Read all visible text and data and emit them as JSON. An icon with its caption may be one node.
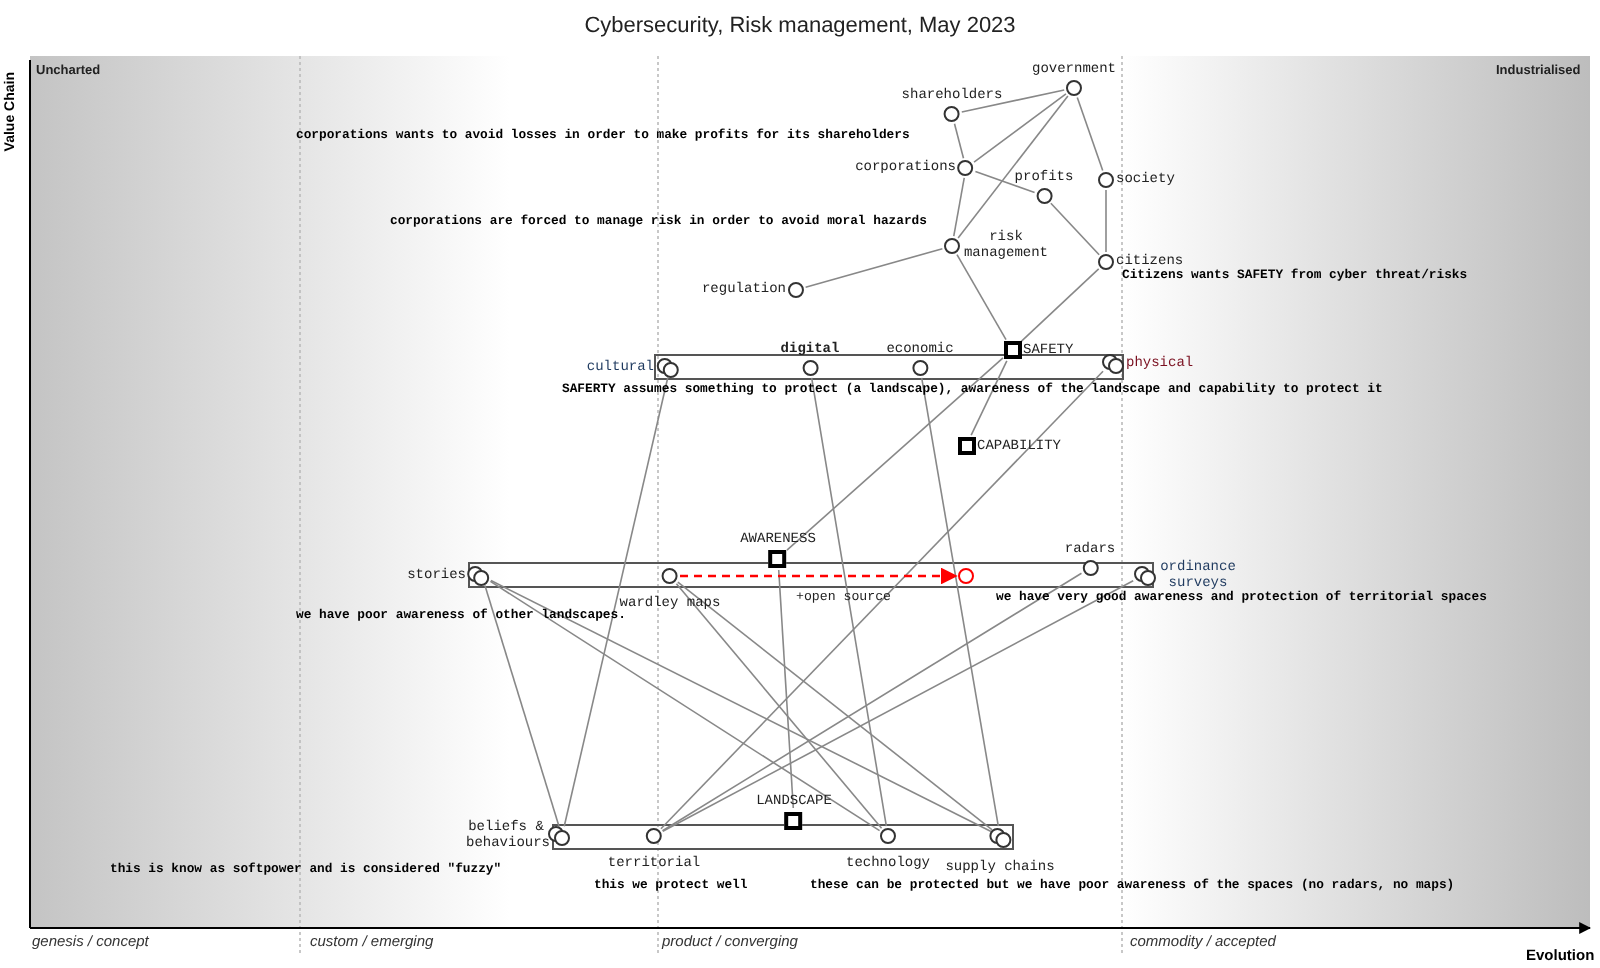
{
  "diagram": {
    "title": "Cybersecurity, Risk management, May 2023",
    "nodes": [
      {
        "text": [
          "government"
        ]
      },
      {
        "text": [
          "shareholders"
        ]
      },
      {
        "text": [
          "corporations"
        ]
      },
      {
        "text": [
          "profits"
        ]
      },
      {
        "text": [
          "society"
        ]
      },
      {
        "text": [
          "risk management"
        ]
      },
      {
        "text": [
          "citizens"
        ]
      },
      {
        "text": [
          "regulation"
        ]
      },
      {
        "text": [
          "SAFETY"
        ]
      },
      {
        "text": [
          "cultural"
        ]
      },
      {
        "text": [
          "digital"
        ]
      },
      {
        "text": [
          "economic"
        ]
      },
      {
        "text": [
          "physical"
        ]
      },
      {
        "text": [
          "CAPABILITY"
        ]
      },
      {
        "text": [
          "AWARENESS"
        ]
      },
      {
        "text": [
          "stories"
        ]
      },
      {
        "text": [
          "wardley maps"
        ]
      },
      {
        "text": [],
        "shape": "circle"
      },
      {
        "text": [
          "radars"
        ]
      },
      {
        "text": [
          "ordinance surveys"
        ]
      },
      {
        "text": [
          "LANDSCAPE"
        ]
      },
      {
        "text": [
          "beliefs & behaviours"
        ]
      },
      {
        "text": [
          "territorial"
        ]
      },
      {
        "text": [
          "technology"
        ]
      },
      {
        "text": [
          "supply chains"
        ]
      }
    ],
    "edges": [
      {
        "from": 1,
        "to": 0,
        "arrow": "none"
      },
      {
        "from": 1,
        "to": 2,
        "arrow": "none"
      },
      {
        "from": 2,
        "to": 0,
        "arrow": "none"
      },
      {
        "from": 2,
        "to": 3,
        "arrow": "none"
      },
      {
        "from": 3,
        "to": 6,
        "arrow": "none"
      },
      {
        "from": 0,
        "to": 4,
        "arrow": "none"
      },
      {
        "from": 4,
        "to": 6,
        "arrow": "none"
      },
      {
        "from": 0,
        "to": 5,
        "arrow": "none"
      },
      {
        "from": 2,
        "to": 5,
        "arrow": "none"
      },
      {
        "from": 7,
        "to": 5,
        "arrow": "none"
      },
      {
        "from": 5,
        "to": 8,
        "arrow": "none"
      },
      {
        "from": 6,
        "to": 8,
        "arrow": "none"
      },
      {
        "from": 8,
        "to": 13,
        "arrow": "none"
      },
      {
        "from": 8,
        "to": 14,
        "arrow": "none"
      },
      {
        "from": 9,
        "to": 21,
        "arrow": "none"
      },
      {
        "from": 10,
        "to": 23,
        "arrow": "none"
      },
      {
        "from": 11,
        "to": 24,
        "arrow": "none"
      },
      {
        "from": 12,
        "to": 22,
        "arrow": "none"
      },
      {
        "from": 14,
        "to": 20,
        "arrow": "none"
      },
      {
        "from": 15,
        "to": 21,
        "arrow": "none"
      },
      {
        "from": 15,
        "to": 23,
        "arrow": "none"
      },
      {
        "from": 15,
        "to": 24,
        "arrow": "none"
      },
      {
        "from": 16,
        "to": 23,
        "arrow": "none"
      },
      {
        "from": 16,
        "to": 24,
        "arrow": "none"
      },
      {
        "from": 18,
        "to": 22,
        "arrow": "none"
      },
      {
        "from": 19,
        "to": 22,
        "arrow": "none"
      },
      {
        "from": 16,
        "to": 17,
        "arrow": "to",
        "style": "dashed",
        "color": "#ff0000"
      }
    ],
    "labels": [
      "Uncharted",
      "Industrialised",
      "Value Chain",
      "corporations wants to avoid losses in order to make profits for its shareholders",
      "corporations are forced to manage risk in order to avoid moral hazards",
      "Citizens wants SAFETY from cyber threat/risks",
      "SAFERTY assumes something to protect (a landscape), awareness of the landscape and capability to protect it",
      "+open source",
      "we have very good awareness and protection of territorial spaces",
      "we have poor awareness of other landscapes.",
      "this is know as softpower and is considered \"fuzzy\"",
      "this we protect well",
      "these can be protected but we have poor awareness of the spaces (no radars, no maps)",
      "genesis / concept",
      "custom / emerging",
      "product / converging",
      "commodity / accepted",
      "Evolution"
    ]
  }
}
